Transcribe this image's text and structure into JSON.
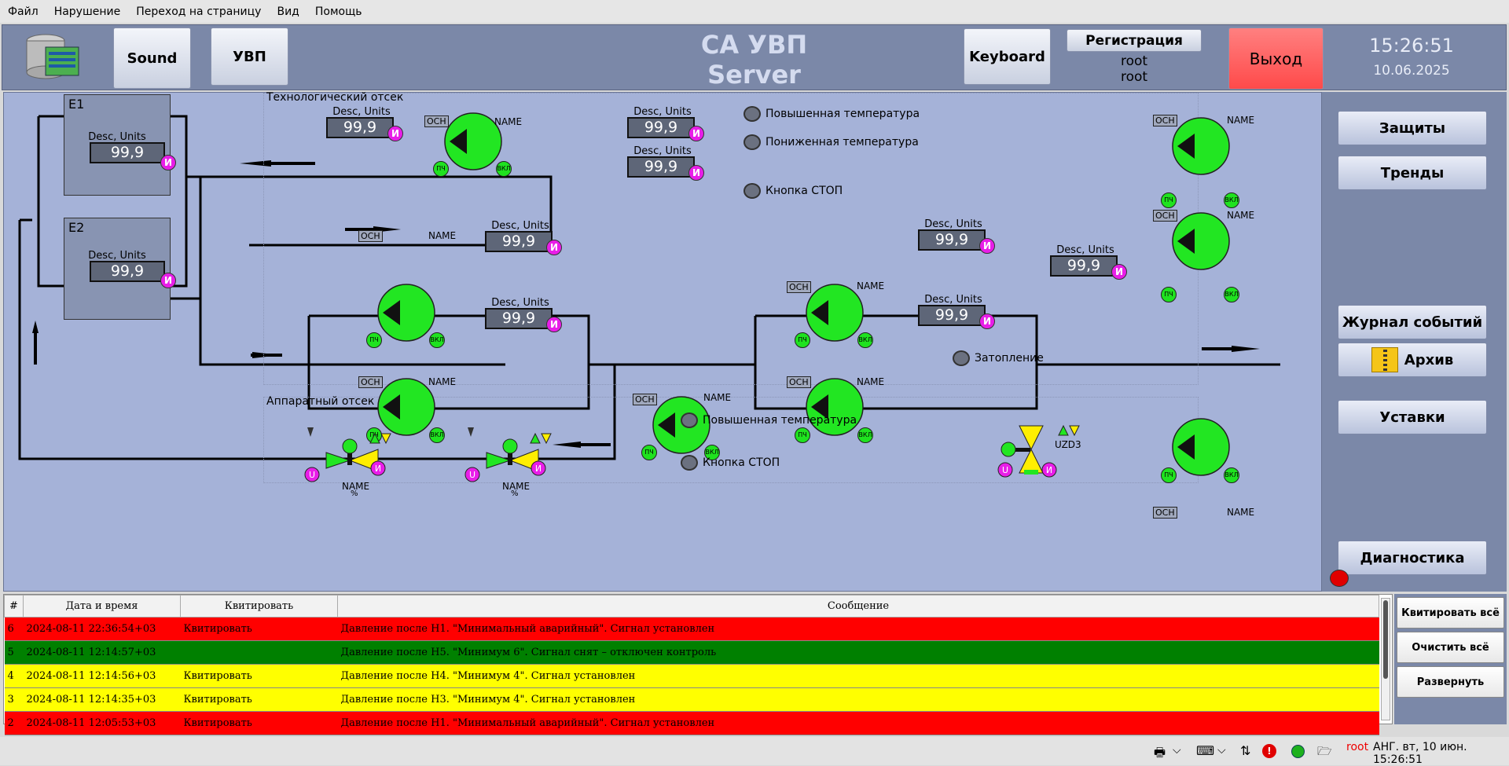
{
  "menu": [
    "Файл",
    "Нарушение",
    "Переход на страницу",
    "Вид",
    "Помощь"
  ],
  "header": {
    "sound_label": "Sound",
    "uvp_label": "УВП",
    "title_line1": "СА УВП",
    "title_line2": "Server",
    "keyboard_label": "Keyboard",
    "register_label": "Регистрация",
    "user1": "root",
    "user2": "root",
    "exit_label": "Выход",
    "time": "15:26:51",
    "date": "10.06.2025"
  },
  "right_panel": {
    "protections": "Защиты",
    "trends": "Тренды",
    "event_log": "Журнал событий",
    "archive": "Архив",
    "settings": "Уставки",
    "diagnostics": "Диагностика"
  },
  "scheme": {
    "tech_section": "Технологический отсек",
    "hw_section": "Аппаратный отсек",
    "tank1": "E1",
    "tank2": "E2",
    "desc": "Desc, Units",
    "value": "99,9",
    "i_badge": "И",
    "u_badge": "U",
    "osn": "ОСН",
    "name": "NAME",
    "pch": "ПЧ",
    "vkl": "ВКЛ",
    "alarm_high_temp": "Повышенная температура",
    "alarm_low_temp": "Пониженная температура",
    "alarm_stop": "Кнопка СТОП",
    "alarm_flood": "Затопление",
    "hw_high_temp": "Повышенная температура",
    "hw_stop": "Кнопка СТОП",
    "valve_name": "NAME",
    "valve_unit": "%",
    "uzd": "UZD3"
  },
  "events": {
    "columns": [
      "#",
      "Дата и время",
      "Квитировать",
      "Сообщение"
    ],
    "rows": [
      {
        "n": "6",
        "dt": "2024-08-11 22:36:54+03",
        "ack": "Квитировать",
        "msg": "Давление после Н1. \"Минимальный аварийный\". Сигнал установлен",
        "color": "#ff0000"
      },
      {
        "n": "5",
        "dt": "2024-08-11 12:14:57+03",
        "ack": "",
        "msg": "Давление после Н5. \"Минимум 6\". Сигнал снят – отключен контроль",
        "color": "#008000"
      },
      {
        "n": "4",
        "dt": "2024-08-11 12:14:56+03",
        "ack": "Квитировать",
        "msg": "Давление после Н4. \"Минимум 4\". Сигнал установлен",
        "color": "#ffff00"
      },
      {
        "n": "3",
        "dt": "2024-08-11 12:14:35+03",
        "ack": "Квитировать",
        "msg": "Давление после Н3. \"Минимум 4\". Сигнал установлен",
        "color": "#ffff00"
      },
      {
        "n": "2",
        "dt": "2024-08-11 12:05:53+03",
        "ack": "Квитировать",
        "msg": "Давление после Н1. \"Минимальный аварийный\". Сигнал установлен",
        "color": "#ff0000"
      }
    ],
    "ack_all": "Квитировать всё",
    "clear_all": "Очистить всё",
    "expand": "Развернуть"
  },
  "taskbar": {
    "user": "root",
    "status": "АНГ. вт, 10 июн. 15:26:51"
  }
}
